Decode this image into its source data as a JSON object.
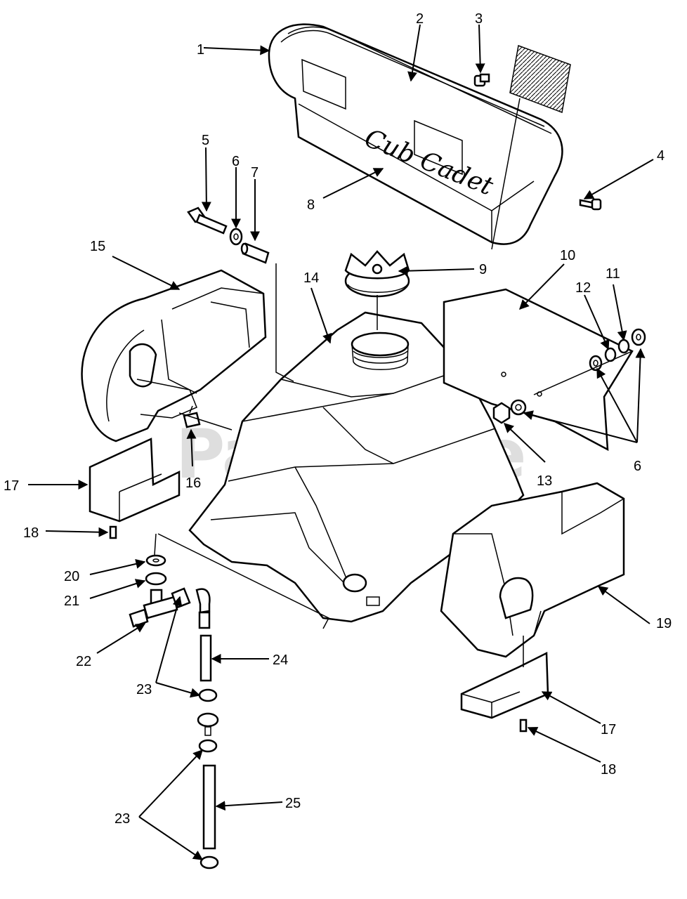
{
  "brand_text": "Cub Cadet",
  "watermark": "PartsTree",
  "callouts": {
    "c1": "1",
    "c2": "2",
    "c3": "3",
    "c4": "4",
    "c5": "5",
    "c6a": "6",
    "c6b": "6",
    "c7": "7",
    "c8": "8",
    "c9": "9",
    "c10": "10",
    "c11": "11",
    "c12": "12",
    "c13": "13",
    "c14": "14",
    "c15": "15",
    "c16": "16",
    "c17a": "17",
    "c17b": "17",
    "c18a": "18",
    "c18b": "18",
    "c19": "19",
    "c20": "20",
    "c21": "21",
    "c22": "22",
    "c23a": "23",
    "c23b": "23",
    "c24": "24",
    "c25": "25"
  }
}
